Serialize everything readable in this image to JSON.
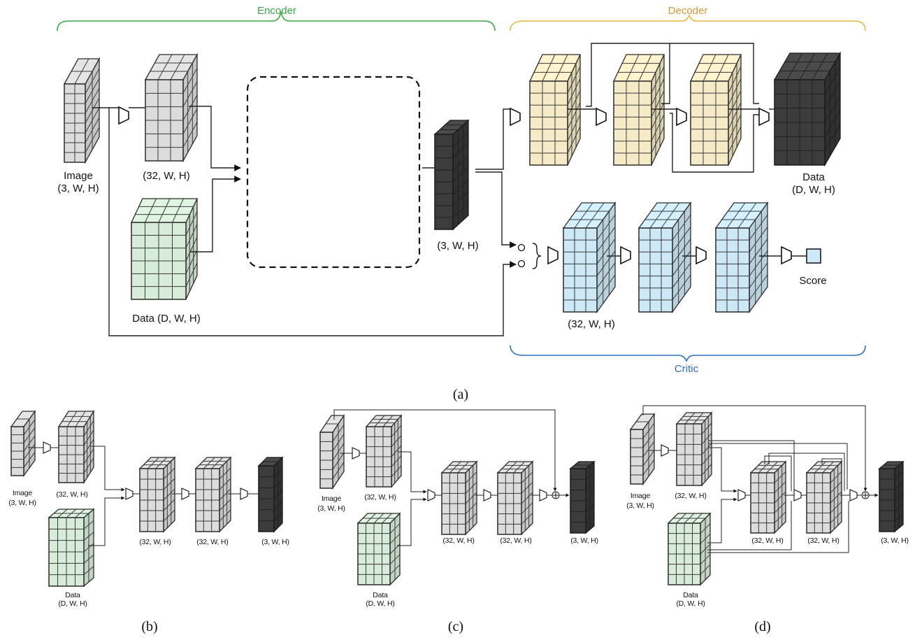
{
  "colors": {
    "gray": "#dcdcdc",
    "dark": "#3c3c3c",
    "green": "#d7ecd9",
    "yellow": "#f6ebc6",
    "blue": "#cde8f6",
    "encoder": "#3aa648",
    "decoder": "#e6b83e",
    "critic": "#2f6fc0"
  },
  "panel_a": {
    "encoder_label": "Encoder",
    "decoder_label": "Decoder",
    "critic_label": "Critic",
    "image_label": "Image",
    "image_shape": "(3, W, H)",
    "feature_shape": "(32, W, H)",
    "data_label": "Data (D, W, H)",
    "encoded_shape": "(3, W, H)",
    "decoded_label": "Data",
    "decoded_shape": "(D, W, H)",
    "critic_shape": "(32, W, H)",
    "score_label": "Score",
    "caption": "(a)"
  },
  "panel_b": {
    "image_label": "Image",
    "image_shape": "(3, W, H)",
    "feature_shape": "(32, W, H)",
    "data_label": "Data",
    "data_shape": "(D, W, H)",
    "conv1_shape": "(32, W, H)",
    "conv2_shape": "(32, W, H)",
    "out_shape": "(3, W, H)",
    "caption": "(b)"
  },
  "panel_c": {
    "image_label": "Image",
    "image_shape": "(3, W, H)",
    "feature_shape": "(32, W, H)",
    "data_label": "Data",
    "data_shape": "(D, W, H)",
    "conv1_shape": "(32, W, H)",
    "conv2_shape": "(32, W, H)",
    "out_shape": "(3, W, H)",
    "caption": "(c)"
  },
  "panel_d": {
    "image_label": "Image",
    "image_shape": "(3, W, H)",
    "feature_shape": "(32, W, H)",
    "data_label": "Data",
    "data_shape": "(D, W, H)",
    "conv1_shape": "(32, W, H)",
    "conv2_shape": "(32, W, H)",
    "out_shape": "(3, W, H)",
    "caption": "(d)"
  }
}
